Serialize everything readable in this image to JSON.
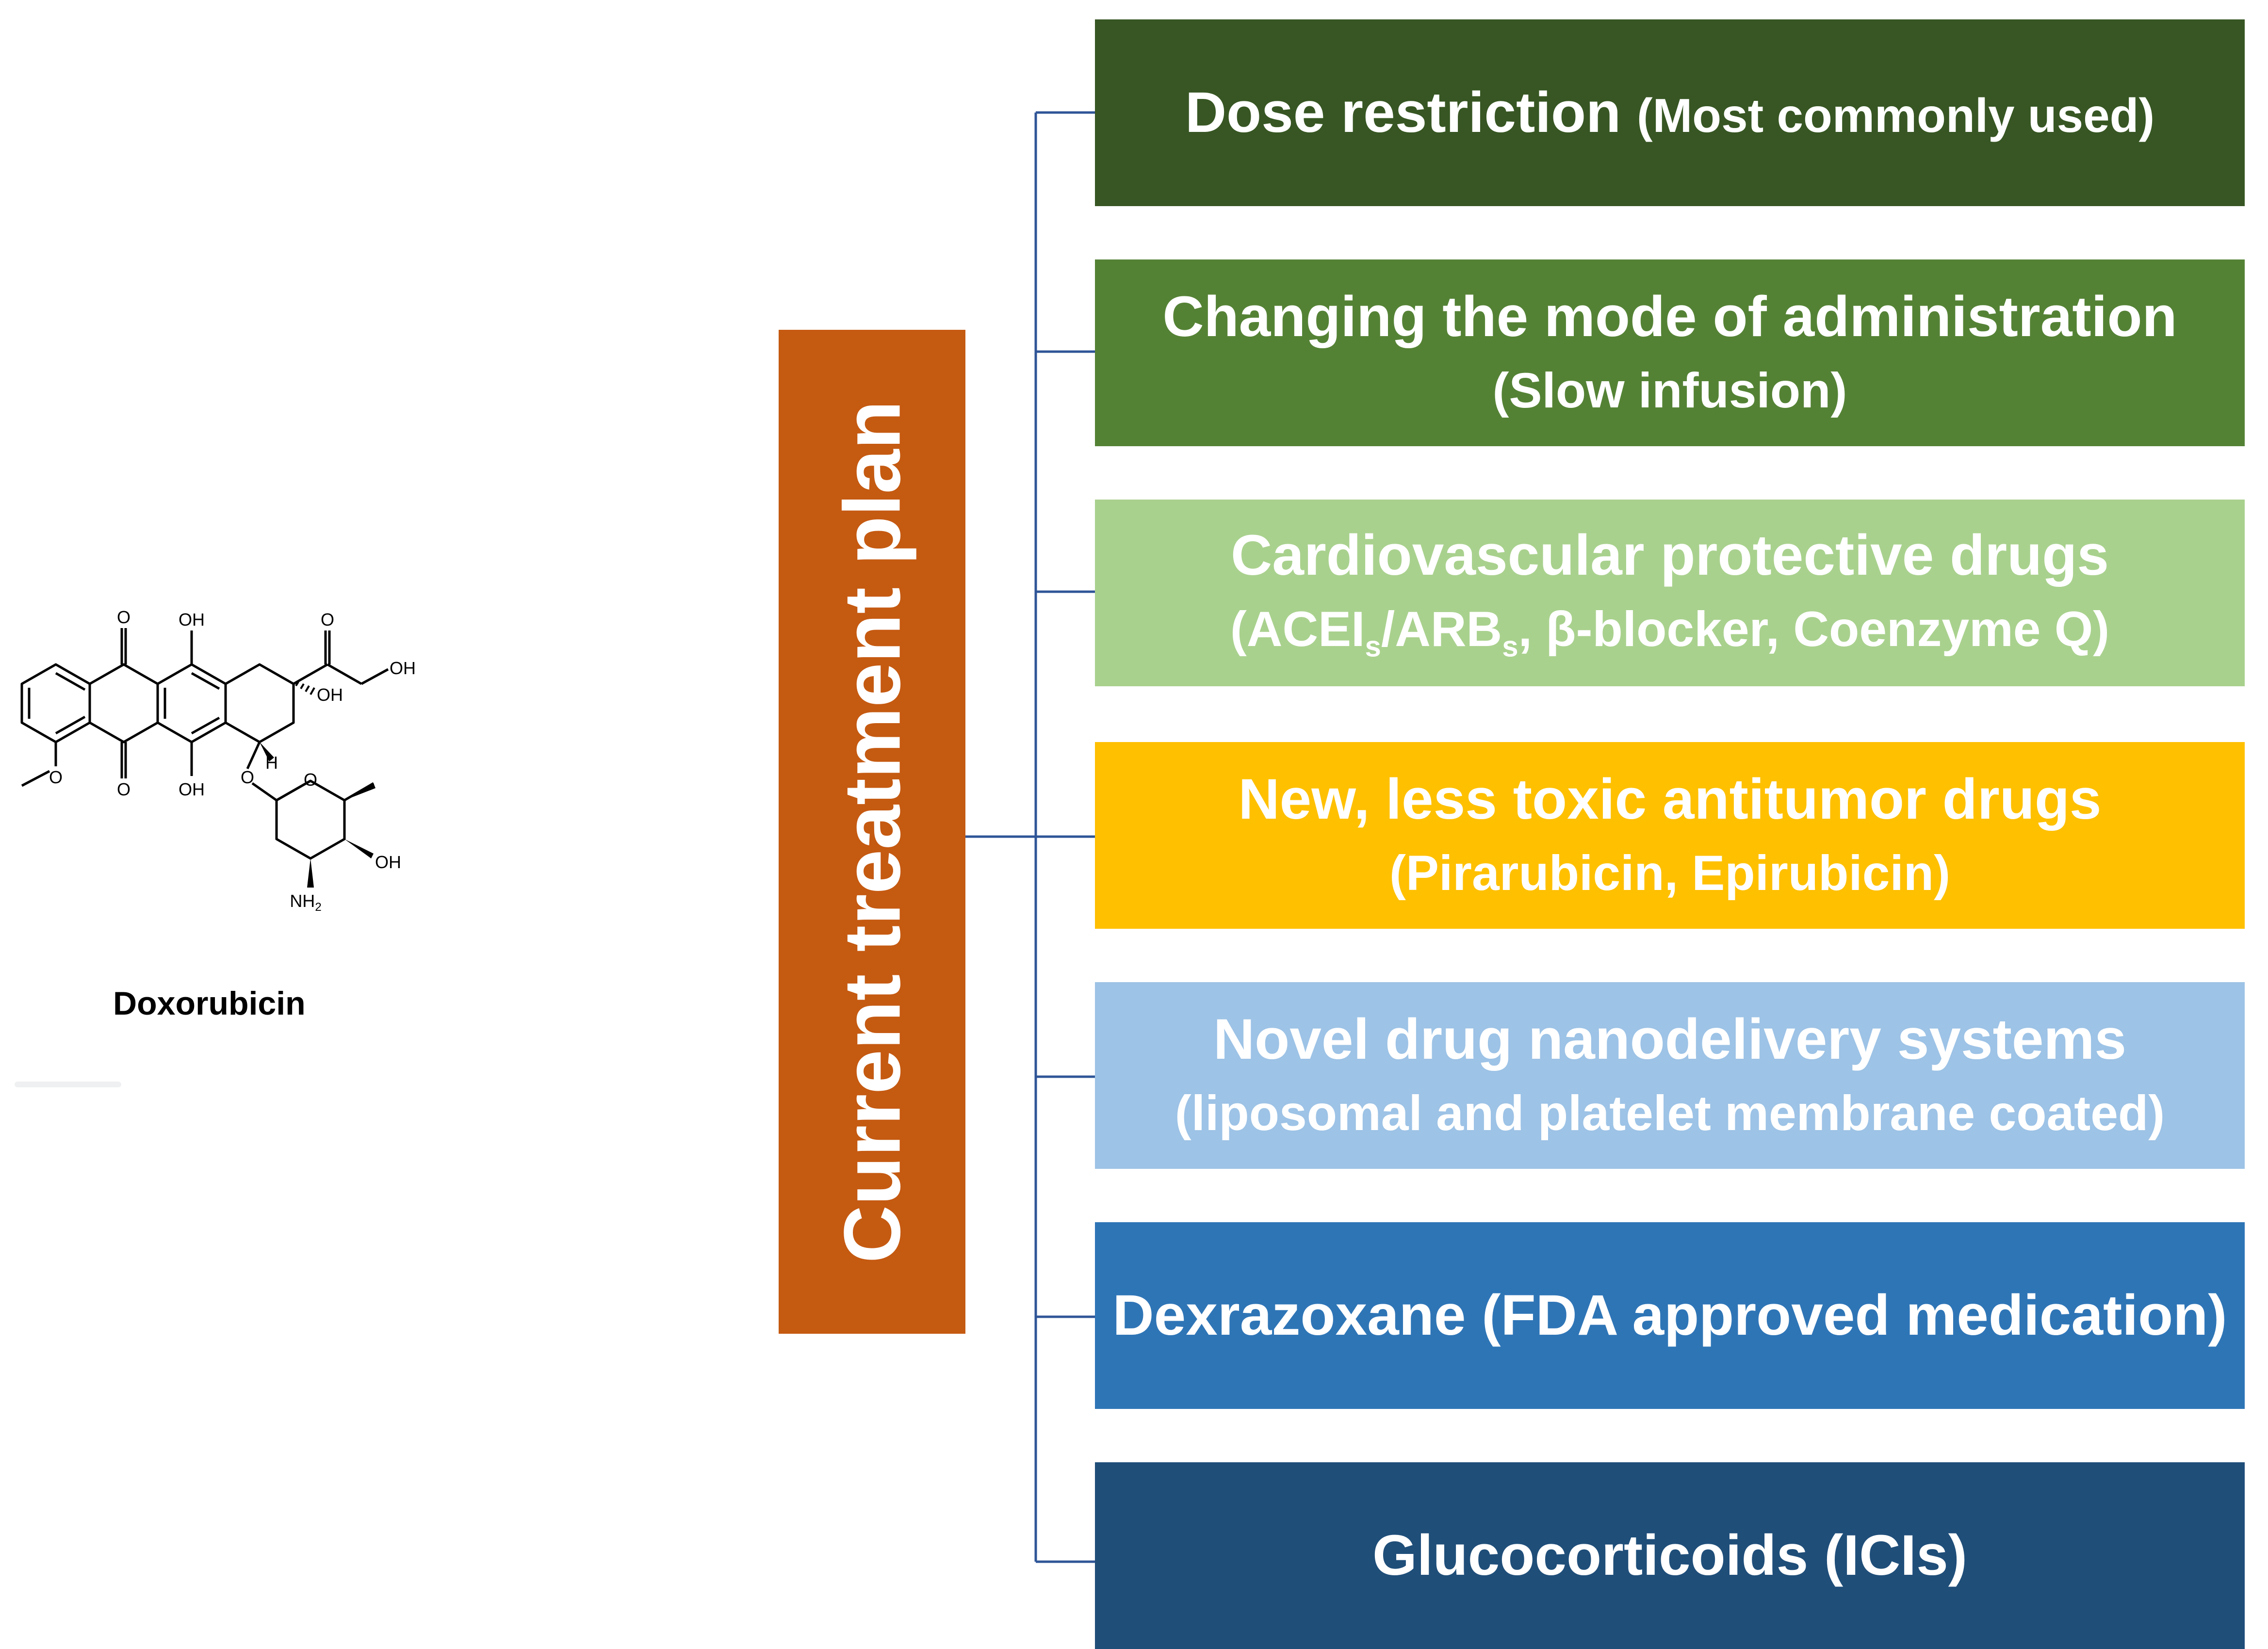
{
  "molecule": {
    "name": "Doxorubicin",
    "labels": {
      "oh_top": "OH",
      "oh_right": "OH",
      "oh_mid": "OH",
      "oh_bottom": "OH",
      "oh_sugar": "OH",
      "o_top": "O",
      "o_bottom": "O",
      "o_ketone": "O",
      "o_methoxy": "O",
      "o_glycoside": "O",
      "o_ring": "O",
      "h": "H",
      "nh2": "NH",
      "nh2_sub": "2"
    }
  },
  "plan": {
    "title": "Current treatment plan"
  },
  "options": [
    {
      "main": "Dose restriction",
      "inline_sub": "(Most commonly used)"
    },
    {
      "main": "Changing the mode of administration",
      "sub": "(Slow infusion)"
    },
    {
      "main": "Cardiovascular protective drugs",
      "sub_parts": [
        "(ACEI",
        "s",
        "/ARB",
        "s",
        ", β-blocker, Coenzyme Q)"
      ]
    },
    {
      "main": "New, less toxic antitumor drugs",
      "sub": "(Pirarubicin, Epirubicin)"
    },
    {
      "main": "Novel drug nanodelivery systems",
      "sub": "(liposomal and platelet membrane coated)"
    },
    {
      "main": "Dexrazoxane (FDA approved medication)"
    },
    {
      "main": "Glucocorticoids (ICIs)"
    }
  ],
  "colors": {
    "plan_box": "#c55a11",
    "connector": "#2f5597",
    "option_1": "#375623",
    "option_2": "#548235",
    "option_3": "#a9d18e",
    "option_4": "#ffc000",
    "option_5": "#9dc3e6",
    "option_6": "#2e75b6",
    "option_7": "#1f4e79"
  }
}
